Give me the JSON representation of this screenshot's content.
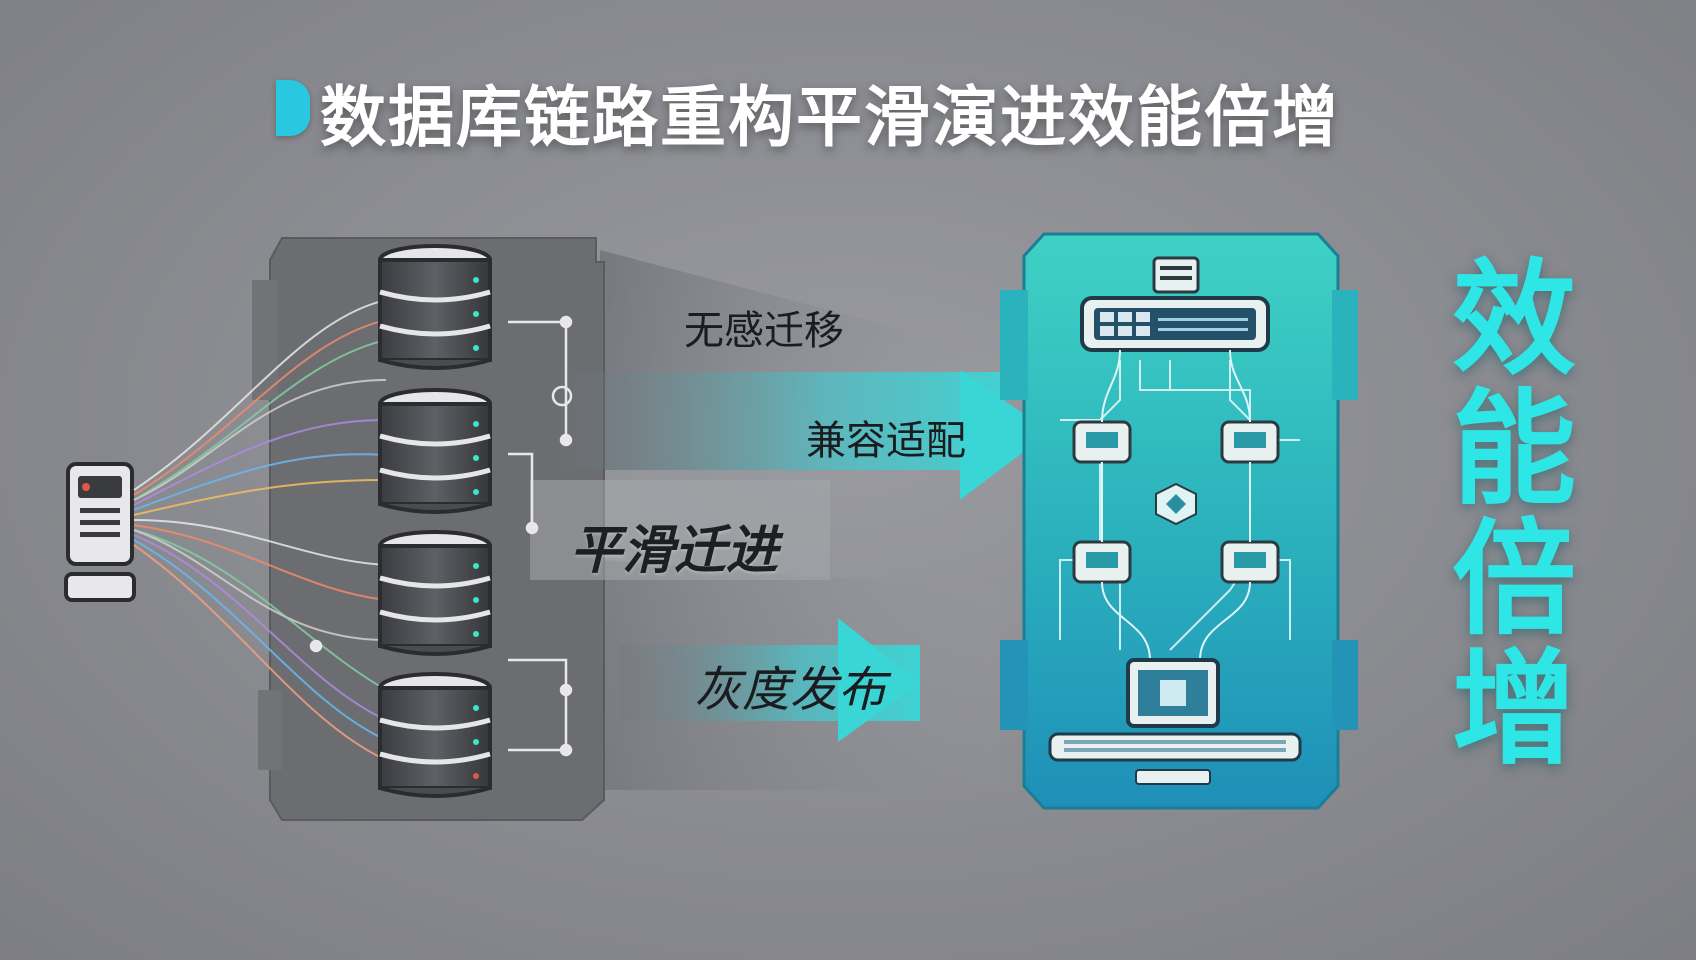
{
  "title": "数据库链路重构平滑演进效能倍增",
  "labels": {
    "migration": "无感迁移",
    "compat": "兼容适配",
    "smooth": "平滑迁进",
    "gray": "灰度发布"
  },
  "side_text": [
    "效",
    "能",
    "倍",
    "增"
  ],
  "colors": {
    "accent": "#2ee6e6",
    "title_bar": "#28c8e0",
    "legacy_panel": "#6e6f73",
    "modern_panel_top": "#3fd1c4",
    "modern_panel_bottom": "#1f8fb8"
  }
}
